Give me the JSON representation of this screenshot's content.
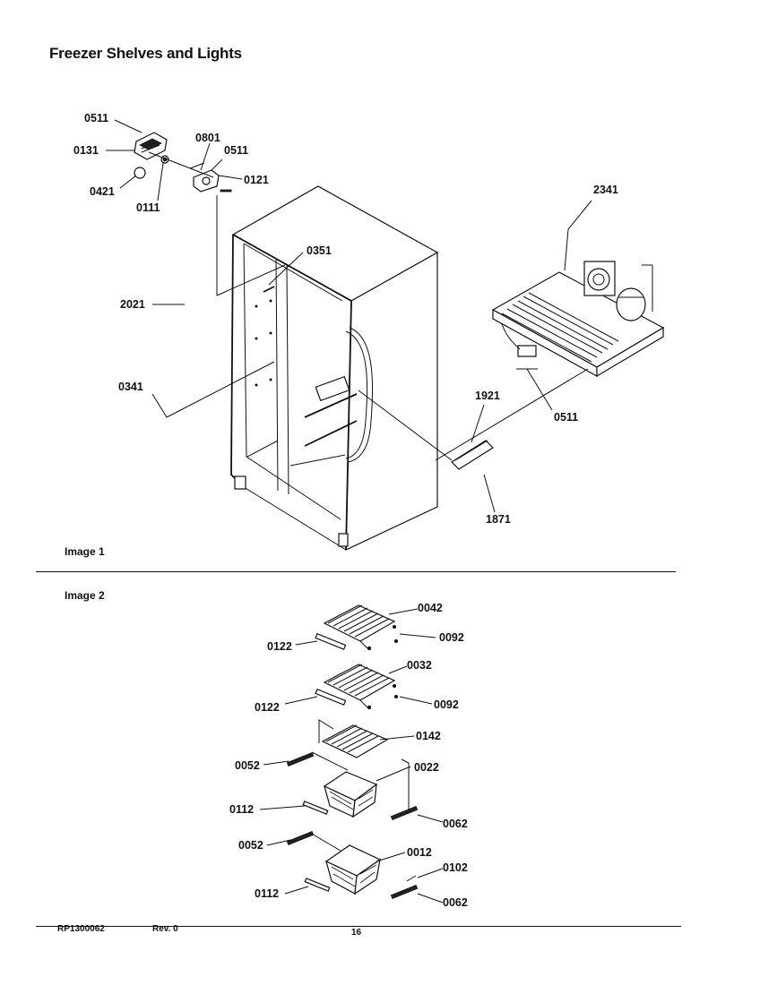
{
  "title": "Freezer Shelves and Lights",
  "captions": {
    "image1": "Image 1",
    "image2": "Image 2"
  },
  "footer": {
    "part_no": "RP1300062",
    "rev": "Rev. 0",
    "page": "16"
  },
  "callouts": {
    "c0511a": "0511",
    "c0131": "0131",
    "c0801": "0801",
    "c0511b": "0511",
    "c0121": "0121",
    "c0421": "0421",
    "c0111": "0111",
    "c2341": "2341",
    "c0351": "0351",
    "c2021": "2021",
    "c0341": "0341",
    "c1921": "1921",
    "c0511c": "0511",
    "c1871": "1871",
    "c0042": "0042",
    "c0092a": "0092",
    "c0122a": "0122",
    "c0032": "0032",
    "c0092b": "0092",
    "c0122b": "0122",
    "c0142": "0142",
    "c0052a": "0052",
    "c0022": "0022",
    "c0112a": "0112",
    "c0062a": "0062",
    "c0052b": "0052",
    "c0012": "0012",
    "c0102": "0102",
    "c0112b": "0112",
    "c0062b": "0062"
  }
}
